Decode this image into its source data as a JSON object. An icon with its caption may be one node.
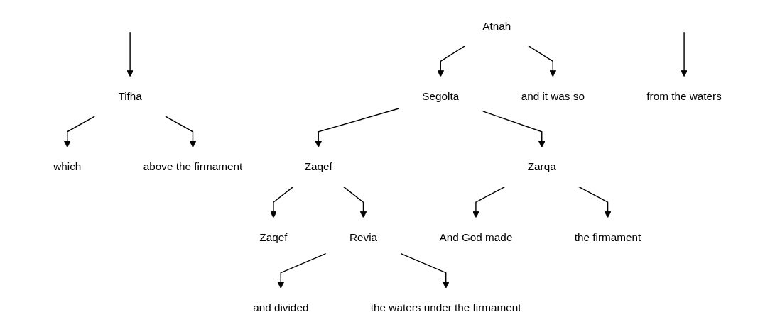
{
  "diagram": {
    "nodes": [
      {
        "text": [
          "Atnah"
        ]
      },
      {
        "text": [
          "Segolta"
        ]
      },
      {
        "text": [
          "Zaqef"
        ]
      },
      {
        "text": [
          "Zaqef"
        ]
      },
      {
        "text": [
          "Revia"
        ]
      },
      {
        "text": [
          "Tifha"
        ]
      },
      {
        "text": [
          "Zarqa"
        ]
      },
      {
        "text": [
          "And God made"
        ]
      },
      {
        "text": [
          "the firmament"
        ]
      },
      {
        "text": [
          "and divided"
        ]
      },
      {
        "text": [
          "the waters under the firmament"
        ]
      },
      {
        "text": [
          "from the waters"
        ]
      },
      {
        "text": [
          "which"
        ]
      },
      {
        "text": [
          "above the firmament"
        ]
      },
      {
        "text": [
          "and it was so"
        ]
      }
    ],
    "edges": [
      {
        "from": 0,
        "to": 1,
        "arrow": "to"
      },
      {
        "from": 0,
        "to": 14,
        "arrow": "to"
      },
      {
        "from": 1,
        "to": 2,
        "arrow": "to"
      },
      {
        "from": 1,
        "to": 6,
        "arrow": "to"
      },
      {
        "from": 2,
        "to": 3,
        "arrow": "to"
      },
      {
        "from": 2,
        "to": 4,
        "arrow": "to"
      },
      {
        "from": null,
        "to": 11,
        "arrow": "to"
      },
      {
        "from": null,
        "to": 5,
        "arrow": "to"
      },
      {
        "from": 4,
        "to": 9,
        "arrow": "to"
      },
      {
        "from": 4,
        "to": 10,
        "arrow": "to"
      },
      {
        "from": 6,
        "to": 7,
        "arrow": "to"
      },
      {
        "from": 6,
        "to": 8,
        "arrow": "to"
      },
      {
        "from": 5,
        "to": 12,
        "arrow": "to"
      },
      {
        "from": 5,
        "to": 13,
        "arrow": "to"
      }
    ]
  }
}
